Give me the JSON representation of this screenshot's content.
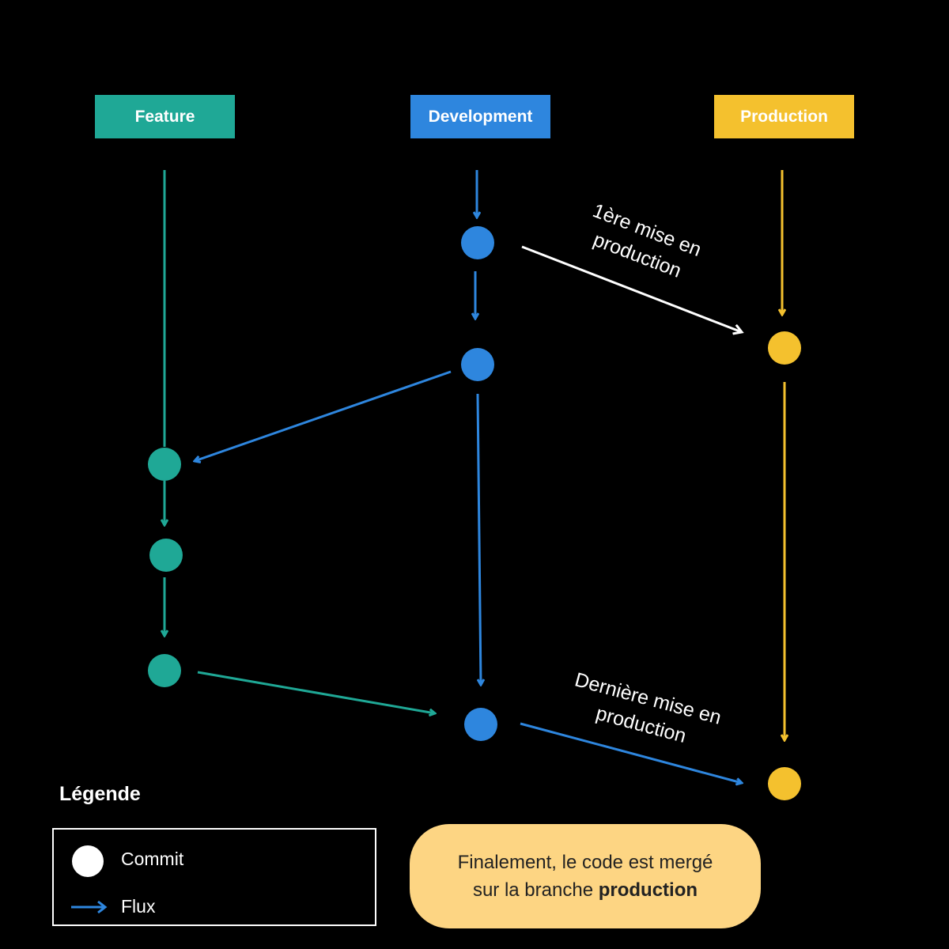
{
  "branches": {
    "feature": {
      "label": "Feature",
      "color": "#1FA896"
    },
    "development": {
      "label": "Development",
      "color": "#2E86DE"
    },
    "production": {
      "label": "Production",
      "color": "#F4C12E"
    }
  },
  "annotations": {
    "first_release": {
      "line1": "1ère mise en",
      "line2": "production"
    },
    "last_release": {
      "line1": "Dernière mise en",
      "line2": "production"
    }
  },
  "legend": {
    "title": "Légende",
    "commit_label": "Commit",
    "flux_label": "Flux"
  },
  "callout": {
    "line1": "Finalement, le code est mergé",
    "line2_prefix": "sur la branche ",
    "line2_bold": "production"
  },
  "colors": {
    "background": "#000000",
    "merge_arrow": "#FFFFFF",
    "callout_bg": "#FDD583"
  }
}
